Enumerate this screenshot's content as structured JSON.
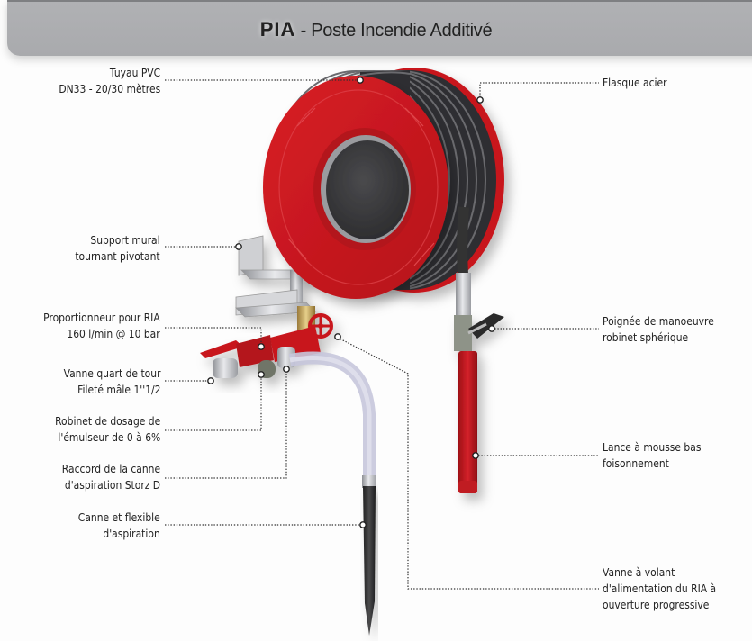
{
  "header": {
    "title_bold": "PIA",
    "title_rest": " - Poste Incendie Additivé"
  },
  "callouts": {
    "left": [
      {
        "id": "tuyau",
        "lines": [
          "Tuyau PVC",
          "DN33 - 20/30 mètres"
        ]
      },
      {
        "id": "support",
        "lines": [
          "Support mural",
          "tournant pivotant"
        ]
      },
      {
        "id": "proportionneur",
        "lines": [
          "Proportionneur pour RIA",
          "160 l/min @ 10 bar"
        ]
      },
      {
        "id": "vanne-quart",
        "lines": [
          "Vanne quart de tour",
          "Fileté mâle 1''1/2"
        ]
      },
      {
        "id": "robinet-dosage",
        "lines": [
          "Robinet de dosage de",
          "l'émulseur  de 0 à 6%"
        ]
      },
      {
        "id": "raccord",
        "lines": [
          "Raccord de la canne",
          "d'aspiration Storz D"
        ]
      },
      {
        "id": "canne",
        "lines": [
          "Canne et flexible",
          "d'aspiration"
        ]
      }
    ],
    "right": [
      {
        "id": "flasque",
        "lines": [
          "Flasque acier"
        ]
      },
      {
        "id": "poignee",
        "lines": [
          "Poignée de manoeuvre",
          "robinet sphérique"
        ]
      },
      {
        "id": "lance",
        "lines": [
          "Lance à mousse bas",
          "foisonnement"
        ]
      },
      {
        "id": "vanne-volant",
        "lines": [
          "Vanne à volant",
          "d'alimentation du RIA à",
          "ouverture progressive"
        ]
      }
    ]
  },
  "colors": {
    "reel_red": "#c8161d",
    "hose_dark": "#3a3a3c",
    "banner_gray": "#abacaf"
  }
}
